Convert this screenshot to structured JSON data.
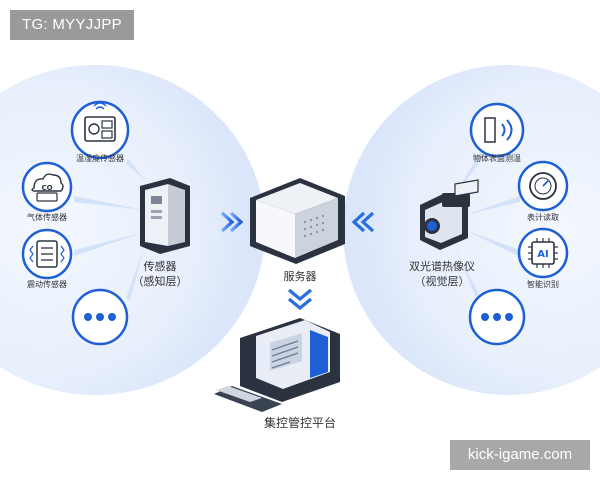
{
  "tag": "TG: MYYJJPP",
  "watermark": "kick-igame.com",
  "left_group": {
    "items": [
      "温湿度传感器",
      "气体传感器",
      "震动传感器"
    ],
    "title_line1": "传感器",
    "title_line2": "（感知层）"
  },
  "center": {
    "server_label": "服务器",
    "platform_label": "集控管控平台"
  },
  "right_group": {
    "items": [
      "物体表面测温",
      "表计读取",
      "智能识别"
    ],
    "ai_text": "AI",
    "title_line1": "双光谱热像仪",
    "title_line2": "（视觉层）"
  },
  "gas_icon_text": "CO",
  "colors": {
    "accent": "#1e5fd6",
    "arrow": "#2a6fe0",
    "dark": "#2b3340",
    "glow": "#dde8fb"
  }
}
